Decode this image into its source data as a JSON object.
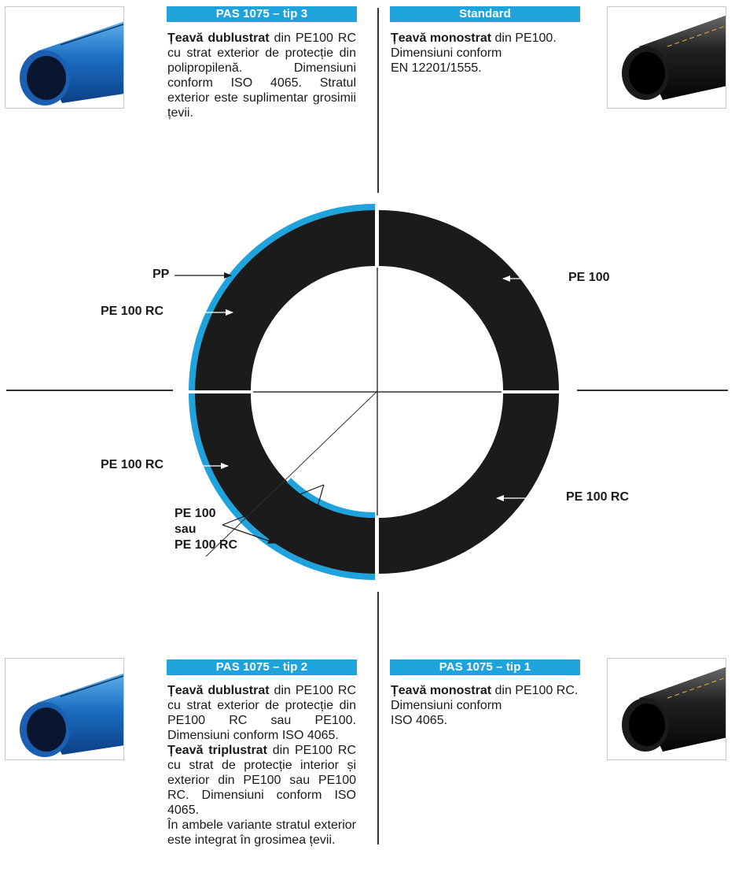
{
  "quadrants": {
    "top_left": {
      "badge": "PAS 1075 – tip 3",
      "desc": {
        "lead_bold": "Țeavă dublustrat",
        "rest": " din PE100 RC cu strat exterior de protecție din polipropilenă. Dimensiuni conform ISO 4065. Stratul exterior este suplimentar grosimii țevii."
      }
    },
    "top_right": {
      "badge": "Standard",
      "desc": {
        "lead_bold": "Țeavă monostrat",
        "rest": " din PE100.",
        "line2": "Dimensiuni conform",
        "line3": "EN 12201/1555."
      }
    },
    "bottom_left": {
      "badge": "PAS 1075 – tip 2",
      "desc": {
        "lead_bold": "Țeavă dublustrat",
        "rest": " din PE100 RC cu strat exterior de protecție din PE100 RC sau PE100. Dimensiuni conform ISO 4065.",
        "lead_bold2": "Țeavă triplustrat",
        "rest2": " din PE100 RC cu strat de protecție interior și exterior din PE100 sau PE100 RC. Dimensiuni conform ISO 4065.",
        "rest3": "În ambele variante stratul exterior este integrat în grosimea țevii."
      }
    },
    "bottom_right": {
      "badge": "PAS 1075 – tip 1",
      "desc": {
        "lead_bold": "Țeavă monostrat",
        "rest": " din PE100 RC.",
        "line2": "Dimensiuni conform",
        "line3": "ISO 4065."
      }
    }
  },
  "labels": {
    "pp": "PP",
    "pe100rc_tl": "PE 100 RC",
    "pe100_tr": "PE 100",
    "pe100rc_bl": "PE 100 RC",
    "bl_multi": [
      "PE 100",
      "sau",
      "PE 100 RC"
    ],
    "pe100rc_br": "PE 100 RC"
  },
  "colors": {
    "blue_layer": "#1fa3dc",
    "pipe_black": "#1b1b1b",
    "badge_bg": "#1fa3dc"
  },
  "icons": {
    "photo_tl": "blue-pipe-photo",
    "photo_tr": "black-pipe-photo",
    "photo_bl": "blue-pipe-photo",
    "photo_br": "black-pipe-photo"
  }
}
